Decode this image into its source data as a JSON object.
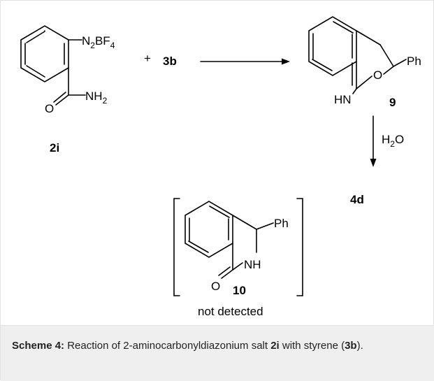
{
  "scheme": {
    "reactant_1": {
      "substituent_top": "N",
      "sub_2": "2",
      "bf": "BF",
      "sub_4": "4",
      "amide_n": "NH",
      "amide_sub": "2",
      "oxygen": "O",
      "label": "2i"
    },
    "plus": "+",
    "reagent_label": "3b",
    "product_9": {
      "phenyl": "Ph",
      "ring_o": "O",
      "imine": "HN",
      "label": "9"
    },
    "step_reagent": {
      "h": "H",
      "sub": "2",
      "o": "O"
    },
    "final_label": "4d",
    "product_10": {
      "phenyl": "Ph",
      "nh": "NH",
      "oxygen": "O",
      "label": "10",
      "note": "not detected"
    }
  },
  "caption": {
    "prefix": "Scheme 4:",
    "text_1": " Reaction of 2-aminocarbonyldiazonium salt ",
    "ref_1": "2i",
    "text_2": " with styrene (",
    "ref_2": "3b",
    "text_3": ")."
  },
  "colors": {
    "caption_background": "#efefef",
    "border": "#e2e2e2",
    "stroke": "#000000"
  }
}
